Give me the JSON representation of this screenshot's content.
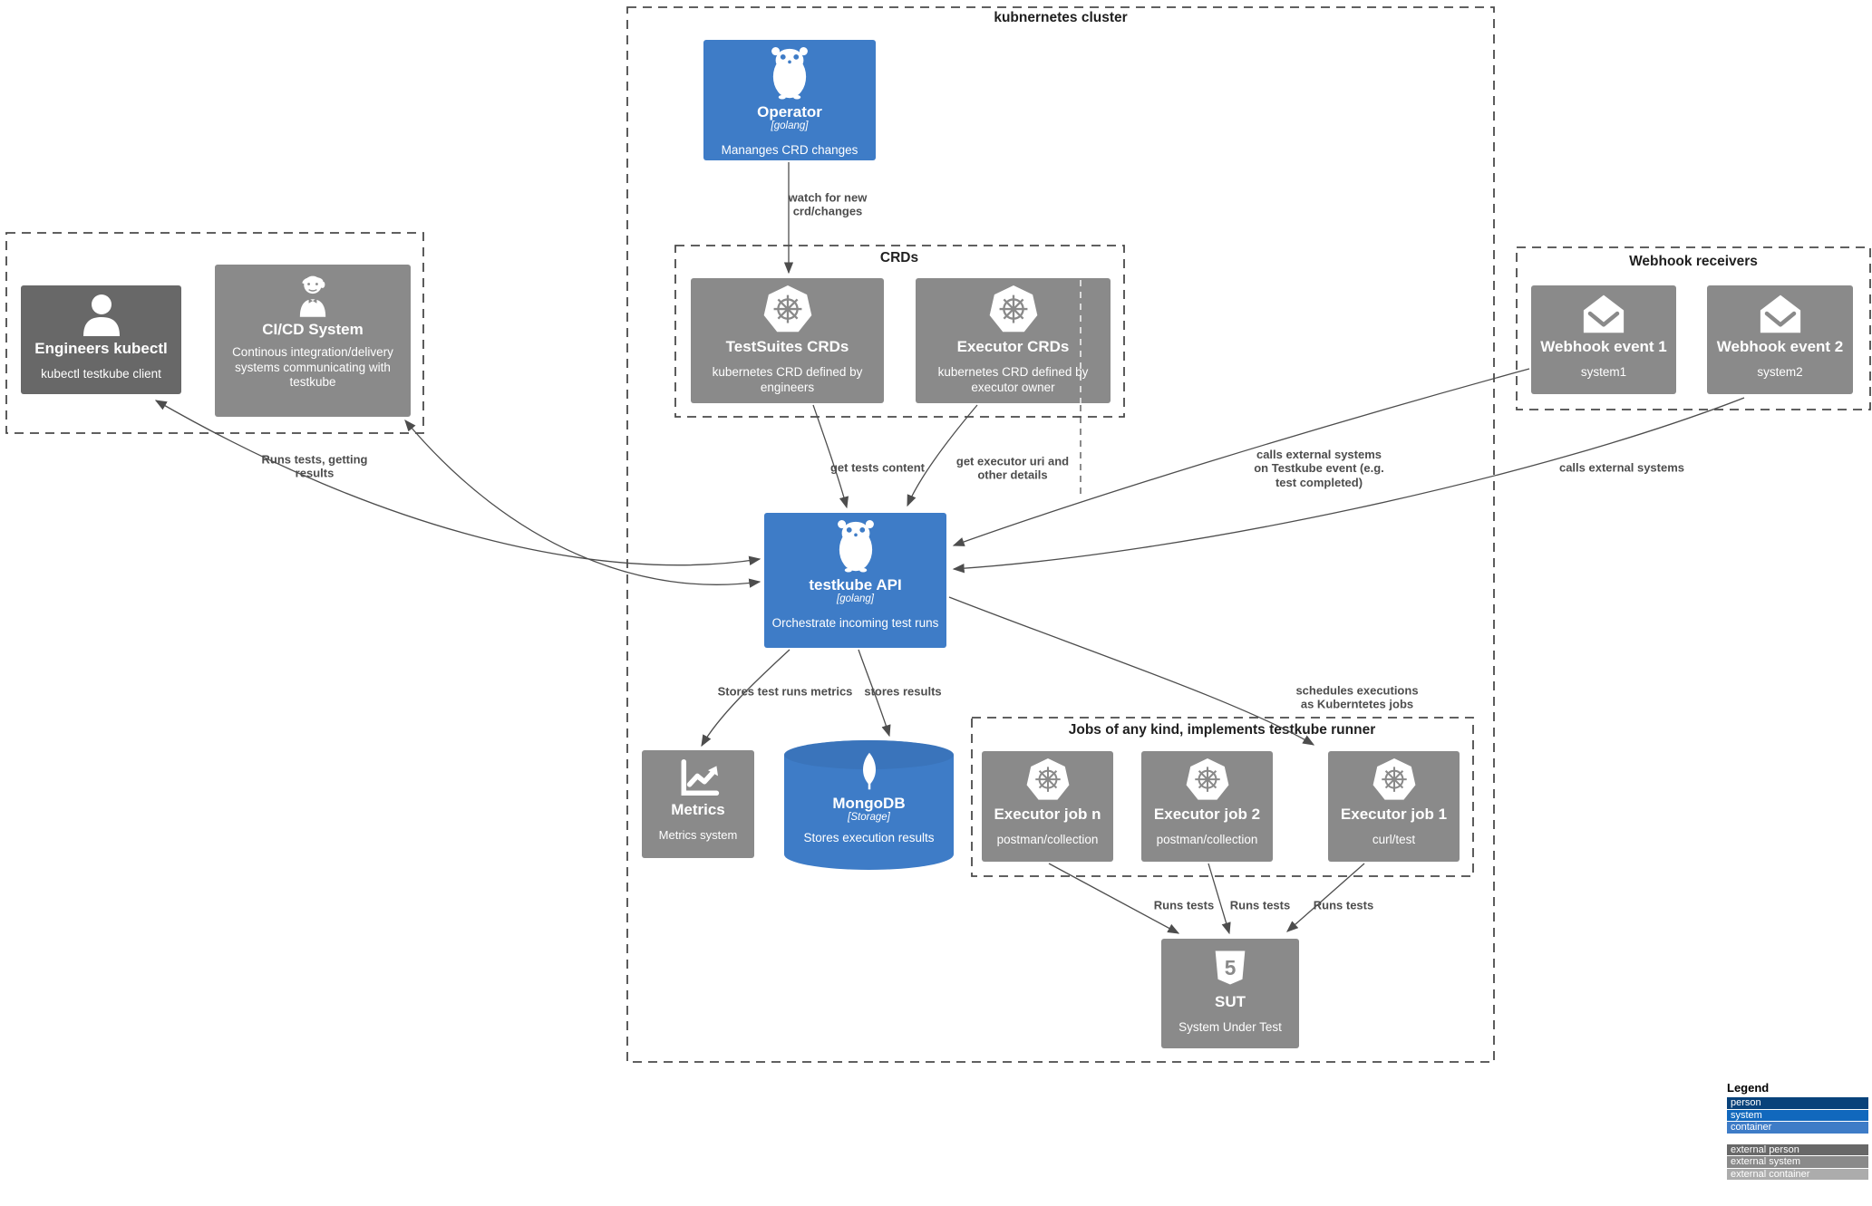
{
  "boundaries": {
    "cluster": {
      "title": "kubnernetes cluster"
    },
    "crds": {
      "title": "CRDs"
    },
    "webhooks": {
      "title": "Webhook receivers"
    },
    "jobs": {
      "title": "Jobs of any kind, implements testkube runner"
    }
  },
  "nodes": {
    "operator": {
      "title": "Operator",
      "subtitle": "[golang]",
      "description": "Mananges CRD changes"
    },
    "testsuites_crds": {
      "title": "TestSuites CRDs",
      "description": "kubernetes CRD defined by engineers"
    },
    "executor_crds": {
      "title": "Executor CRDs",
      "description": "kubernetes CRD defined by executor owner"
    },
    "engineers": {
      "title": "Engineers kubectl",
      "description": "kubectl testkube client"
    },
    "cicd": {
      "title": "CI/CD System",
      "description": "Continous integration/delivery systems communicating with testkube"
    },
    "webhook1": {
      "title": "Webhook event 1",
      "description": "system1"
    },
    "webhook2": {
      "title": "Webhook event 2",
      "description": "system2"
    },
    "api": {
      "title": "testkube API",
      "subtitle": "[golang]",
      "description": "Orchestrate incoming test runs"
    },
    "metrics": {
      "title": "Metrics",
      "description": "Metrics system"
    },
    "mongodb": {
      "title": "MongoDB",
      "subtitle": "[Storage]",
      "description": "Stores execution results"
    },
    "job_n": {
      "title": "Executor job n",
      "description": "postman/collection"
    },
    "job_2": {
      "title": "Executor job 2",
      "description": "postman/collection"
    },
    "job_1": {
      "title": "Executor job 1",
      "description": "curl/test"
    },
    "sut": {
      "title": "SUT",
      "description": "System Under Test"
    }
  },
  "labels": {
    "watch": "watch for new\ncrd/changes",
    "runs_get_results": "Runs tests, getting\nresults",
    "get_tests": "get tests content",
    "get_executor": "get executor uri and\nother details",
    "calls_event": "calls external systems\non Testkube event (e.g.\ntest completed)",
    "calls_external": "calls external systems",
    "stores_metrics": "Stores test runs metrics",
    "stores_results": "stores results",
    "schedules": "schedules executions\nas Kuberntetes jobs",
    "runs_a": "Runs tests",
    "runs_b": "Runs tests",
    "runs_c": "Runs tests"
  },
  "legend": {
    "title": "Legend",
    "items": [
      {
        "label": "person",
        "color": "#08427b"
      },
      {
        "label": "system",
        "color": "#1168bd"
      },
      {
        "label": "container",
        "color": "#3e7cc7"
      },
      {
        "label": "external person",
        "color": "#686868"
      },
      {
        "label": "external system",
        "color": "#8a8a8a"
      },
      {
        "label": "external container",
        "color": "#acacac"
      }
    ]
  }
}
